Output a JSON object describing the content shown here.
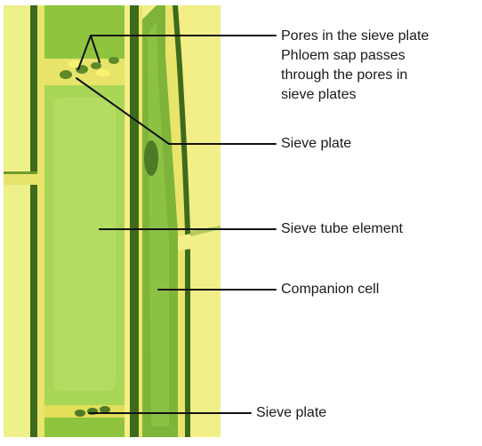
{
  "colors": {
    "background": "#ffffff",
    "wall_dark": "#3d6b1d",
    "wall_light": "#f3ee86",
    "cell_light": "#a8d656",
    "cell_mid": "#8fc43e",
    "companion": "#7fb43a",
    "plate": "#e2de5a",
    "nucleus": "#4c7a26",
    "leader_line": "#111111",
    "text": "#1a1a1a"
  },
  "labels": {
    "pores_line1": "Pores in the sieve plate",
    "pores_line2": "Phloem sap passes",
    "pores_line3": "through the pores in",
    "pores_line4": "sieve plates",
    "sieve_plate_top": "Sieve plate",
    "sieve_tube_element": "Sieve tube element",
    "companion_cell": "Companion cell",
    "sieve_plate_bottom": "Sieve plate"
  }
}
